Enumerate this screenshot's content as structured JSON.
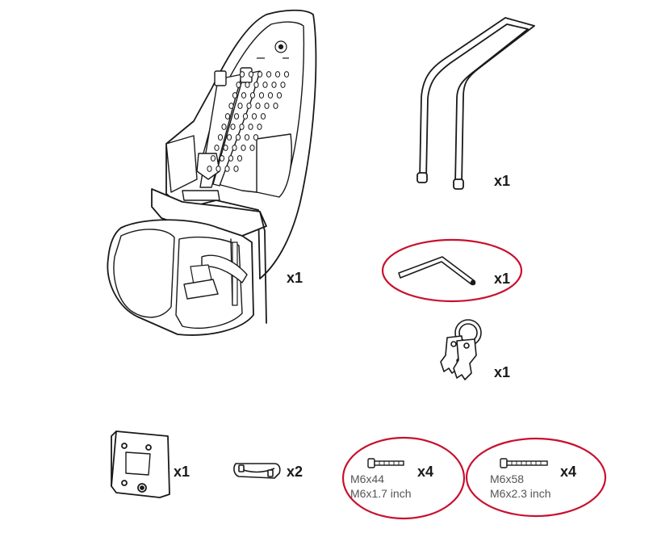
{
  "parts": {
    "seat": {
      "icon": "child-bike-seat-icon",
      "qty": "x1"
    },
    "handlebar": {
      "icon": "handlebar-icon",
      "qty": "x1"
    },
    "hex_key": {
      "icon": "hex-key-icon",
      "qty": "x1"
    },
    "keys": {
      "icon": "keys-icon",
      "qty": "x1"
    },
    "adapter": {
      "icon": "mounting-adapter-icon",
      "qty": "x1"
    },
    "clamp": {
      "icon": "clamp-icon",
      "qty": "x2"
    },
    "bolt_short": {
      "icon": "bolt-icon",
      "qty": "x4",
      "size_metric": "M6x44",
      "size_imperial": "M6x1.7 inch"
    },
    "bolt_long": {
      "icon": "bolt-icon",
      "qty": "x4",
      "size_metric": "M6x58",
      "size_imperial": "M6x2.3 inch"
    }
  },
  "colors": {
    "line": "#1a1a1a",
    "highlight": "#c8102e",
    "fill": "#ffffff",
    "spec_text": "#555555"
  }
}
